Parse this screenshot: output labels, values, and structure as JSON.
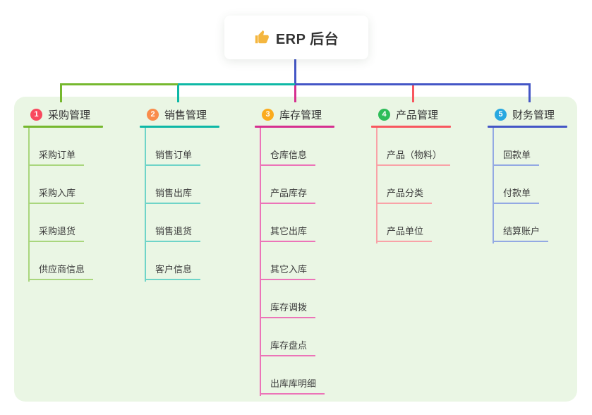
{
  "root": {
    "icon": "thumbs-up",
    "icon_color": "#f4b63f",
    "label": "ERP 后台"
  },
  "canvas": {
    "background": "#ffffff",
    "panel_background": "#eaf6e4"
  },
  "connector": {
    "root_color": "#4456c6",
    "segment_colors": [
      "#76b82e",
      "#0eb8a6",
      "#4456c6"
    ]
  },
  "branches": [
    {
      "num": "1",
      "label": "采购管理",
      "badge_color": "#f8485e",
      "line_color": "#76b82e",
      "light_color": "#a9d67d",
      "children": [
        "采购订单",
        "采购入库",
        "采购退货",
        "供应商信息"
      ]
    },
    {
      "num": "2",
      "label": "销售管理",
      "badge_color": "#f98c4b",
      "line_color": "#0eb8a6",
      "light_color": "#6fd4c8",
      "children": [
        "销售订单",
        "销售出库",
        "销售退货",
        "客户信息"
      ]
    },
    {
      "num": "3",
      "label": "库存管理",
      "badge_color": "#fbab1d",
      "line_color": "#d63090",
      "light_color": "#ec74b8",
      "children": [
        "仓库信息",
        "产品库存",
        "其它出库",
        "其它入库",
        "库存调拨",
        "库存盘点",
        "出库库明细"
      ]
    },
    {
      "num": "4",
      "label": "产品管理",
      "badge_color": "#2ebd59",
      "line_color": "#f8575f",
      "light_color": "#f9a2a7",
      "children": [
        "产品（物料）",
        "产品分类",
        "产品单位"
      ]
    },
    {
      "num": "5",
      "label": "财务管理",
      "badge_color": "#28a8e0",
      "line_color": "#4456c6",
      "light_color": "#93a9e3",
      "children": [
        "回款单",
        "付款单",
        "结算账户"
      ]
    }
  ]
}
